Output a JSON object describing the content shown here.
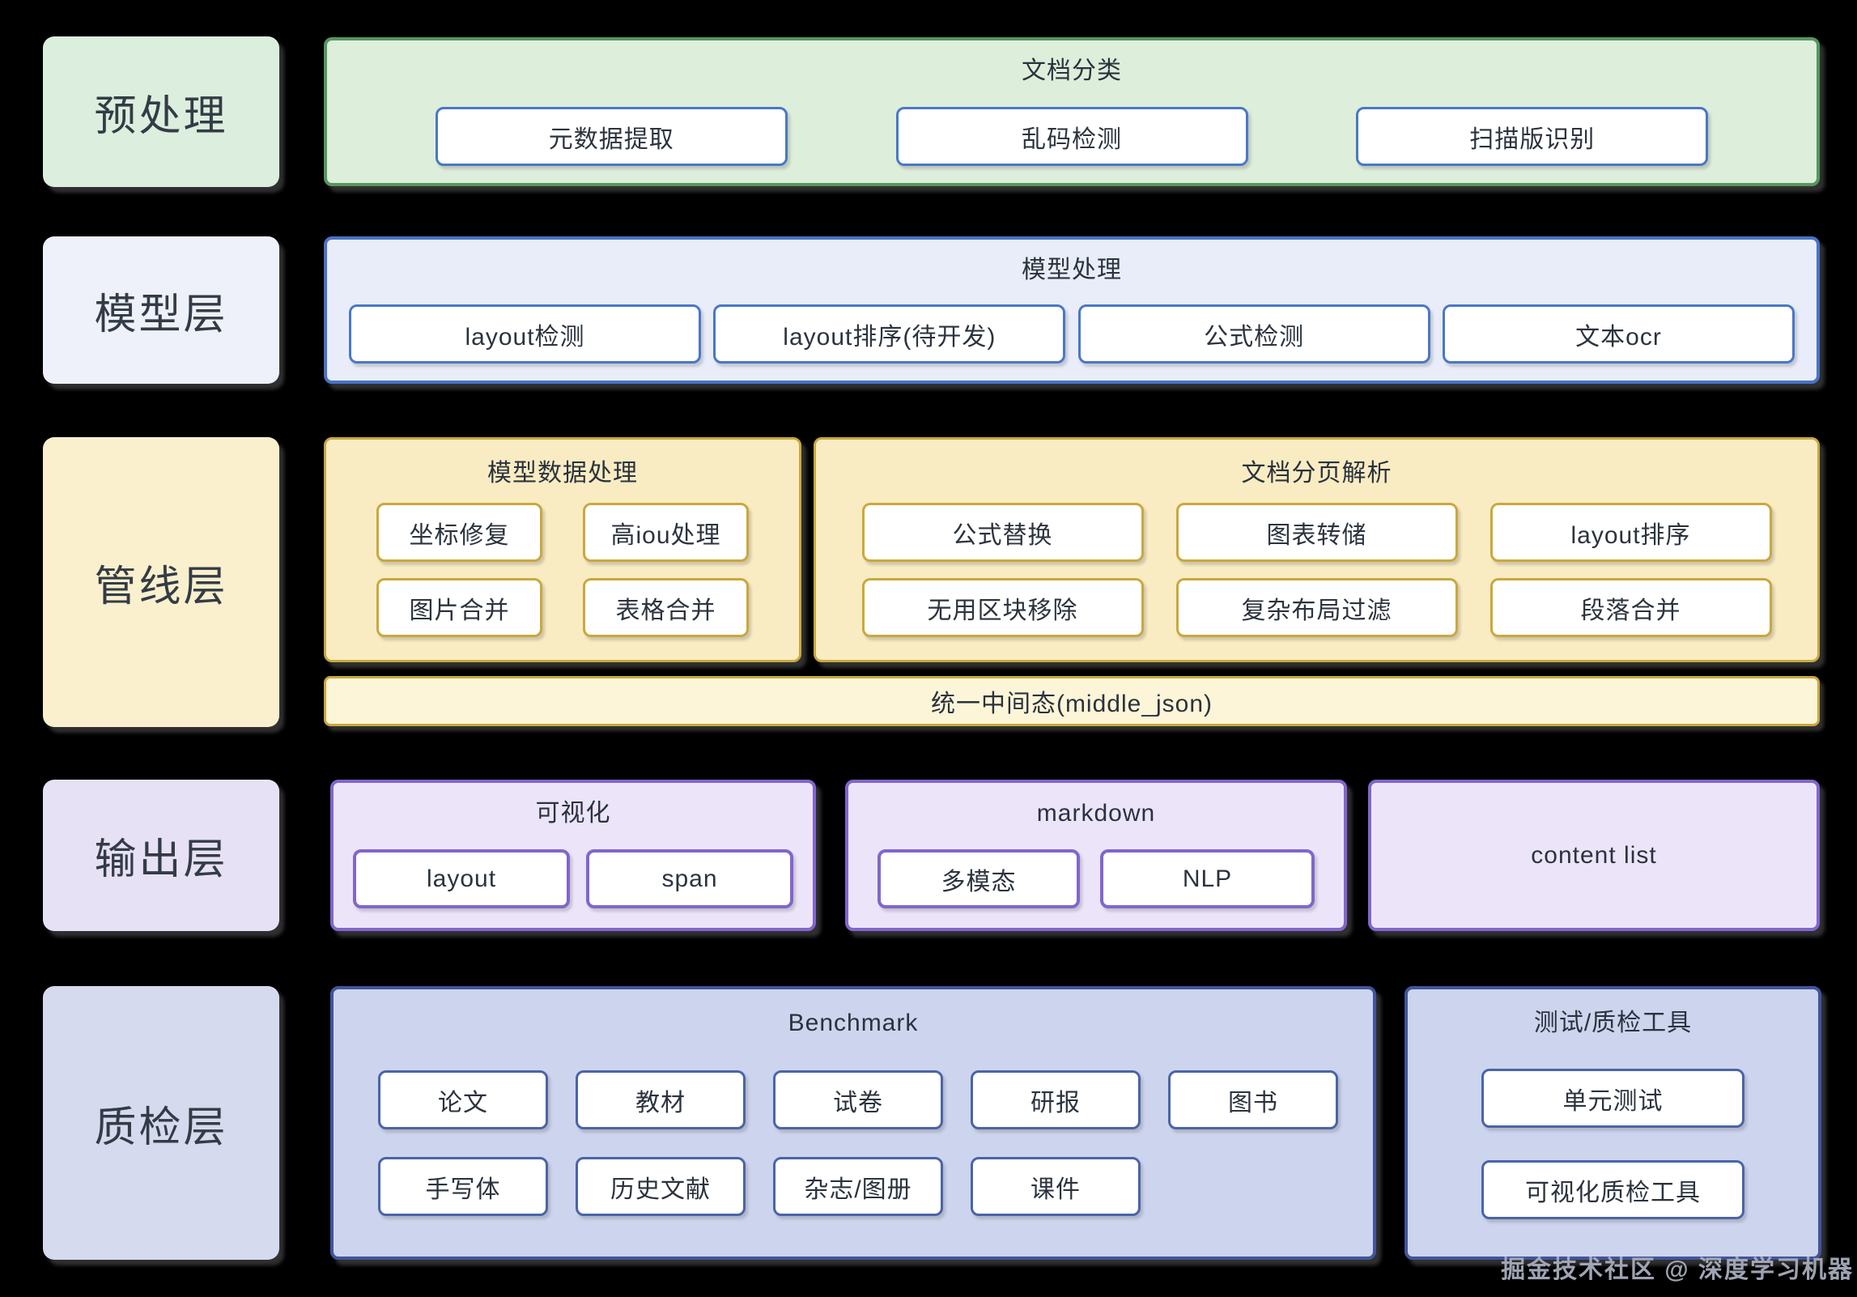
{
  "watermark": "掘金技术社区 @ 深度学习机器",
  "colors": {
    "background": "#000000",
    "preprocess_fill": "#ddeeda",
    "preprocess_border": "#55975f",
    "model_fill": "#e9edf9",
    "model_border": "#4a72c5",
    "pipeline_fill": "#faecc2",
    "pipeline_border": "#c9a83e",
    "output_fill": "#ece5fa",
    "output_border": "#8066ce",
    "qa_fill": "#cdd4ee",
    "qa_border": "#42549b",
    "node_border_blue": "#4a77c9",
    "node_fill": "#ffffff"
  },
  "rows": [
    {
      "label": "预处理",
      "containers": [
        {
          "title": "文档分类",
          "boxes": [
            "元数据提取",
            "乱码检测",
            "扫描版识别"
          ]
        }
      ]
    },
    {
      "label": "模型层",
      "containers": [
        {
          "title": "模型处理",
          "boxes": [
            "layout检测",
            "layout排序(待开发)",
            "公式检测",
            "文本ocr"
          ]
        }
      ]
    },
    {
      "label": "管线层",
      "containers": [
        {
          "title": "模型数据处理",
          "boxes": [
            "坐标修复",
            "高iou处理",
            "图片合并",
            "表格合并"
          ]
        },
        {
          "title": "文档分页解析",
          "boxes": [
            "公式替换",
            "图表转储",
            "layout排序",
            "无用区块移除",
            "复杂布局过滤",
            "段落合并"
          ]
        }
      ],
      "bar": "统一中间态(middle_json)"
    },
    {
      "label": "输出层",
      "containers": [
        {
          "title": "可视化",
          "boxes": [
            "layout",
            "span"
          ]
        },
        {
          "title": "markdown",
          "boxes": [
            "多模态",
            "NLP"
          ]
        },
        {
          "title": "content list",
          "boxes": []
        }
      ]
    },
    {
      "label": "质检层",
      "containers": [
        {
          "title": "Benchmark",
          "boxes": [
            "论文",
            "教材",
            "试卷",
            "研报",
            "图书",
            "手写体",
            "历史文献",
            "杂志/图册",
            "课件"
          ]
        },
        {
          "title": "测试/质检工具",
          "boxes": [
            "单元测试",
            "可视化质检工具"
          ]
        }
      ]
    }
  ]
}
